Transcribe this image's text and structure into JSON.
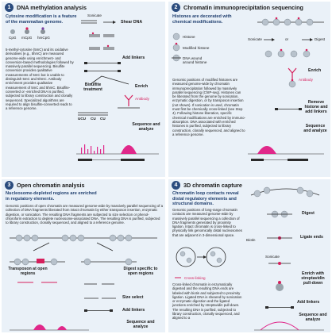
{
  "panel1": {
    "number": "1",
    "title": "DNA methylation analysis",
    "lead": "Cytosine modification is a feature of the mammalian genome.",
    "legend": [
      "CpG",
      "mCpG",
      "hmCpG"
    ],
    "sonicate": "Sonicate",
    "shear_dna": "Shear DNA",
    "add_linkers": "Add linkers",
    "bisulfite": "Bisulfite treatment",
    "enrich": "Enrich",
    "antibody": "Antibody",
    "sequence": "Sequence and analyze",
    "body": "5-methyl-cytosine (5mC) and its oxidative derivatives (e.g., 5hmC) are measured genome-wide using enrichment- and conversion-based methodologies followed by massively parallel sequencing. Bisulfite conversion provides qualitative measurements of 5mC but is unable to distinguish 5mC and 5hmC. Antibody enrichment provides qualitative measurement of 5mC and 5hmC. Bisulfite-converted or -enriched DNA is purified, subjected to library construction and clonally sequenced. Specialized algorithms are required to align bisulfite-converted reads to a reference genome.",
    "bases": [
      "UCU",
      "CU",
      "CU"
    ]
  },
  "panel2": {
    "number": "2",
    "title": "Chromatin immunoprecipitation sequencing",
    "lead": "Histones are decorated with chemical modifications.",
    "legend": [
      "Histone",
      "Modified histone",
      "DNA wound around histone"
    ],
    "sonicate": "Sonicate",
    "digest": "Digest",
    "or": "or",
    "antibody": "Antibody",
    "enrich": "Enrich",
    "remove": "Remove histone and add linkers",
    "sequence": "Sequence and analyze",
    "body": "Genomic positions of modified histones are measured genome-wide by chromatin immunoprecipitation followed by massively parallel sequencing (ChIP-seq). Histones can be liberated from the genome by sonication, enzymatic digestion, or by transposon insertion (not shown). If sonication is used, chromatin must first be chemically cross-linked (see Step 4). Following histone liberation, specific chemical modifications are enriched by immuno-absorption. DNA associated with enriched histones is purified, subjected to library construction, clonally sequenced, and aligned to a reference genome."
  },
  "panel3": {
    "number": "3",
    "title": "Open chromatin analysis",
    "lead": "Nucleosome-depleted regions are enriched in regulatory elements.",
    "body": "Genomic positions of open chromatin are measured genome-wide by massively parallel sequencing of a collection of DNA fragments liberated from intact chromatin by either transposon insertion, enzymatic digestion, or sonication. The resulting DNA fragments are subjected to size selection or phenol-chloroform extraction to deplete nucleosome-associated DNA. The resulting DNA is purified, subjected to library construction, clonally sequenced, and aligned to a reference genome.",
    "transposon": "Transposon at open regions",
    "digest": "Digest specific to open regions",
    "size_select": "Size select",
    "add_linkers": "Add linkers",
    "sequence": "Sequence and analyze"
  },
  "panel4": {
    "number": "4",
    "title": "3D chromatin capture",
    "lead": "Chromatin loop contacts reveal distal regulatory elements and structural domains.",
    "body1": "Genomic positions of long-range chromatin contacts are measured genome-wide by massively parallel sequencing a collection of DNA fragments generated by proximity ligation. Intact chromatin is cross-linked to physically link genomically distal nucleosomes that are adjacent in 3-dimensional space.",
    "crosslink": "Cross-linking",
    "body2": "Cross-linked chromatin is enzymatically digested and the resulting DNA ends are labeled with biotin and subjected to proximity ligation. Ligated DNA is sheared by sonication or enzymatic digestion and the ligated junctions enriched by streptavidin pull-down. The resulting DNA is purified, subjected to library construction, clonally sequenced, and aligned to a",
    "digest": "Digest",
    "biotin": "Biotin",
    "ligate": "Ligate ends",
    "sonicate": "Sonicate",
    "enrich": "Enrich with streptavidin pull-down",
    "add_linkers": "Add linkers",
    "sequence": "Sequence and analyze"
  },
  "colors": {
    "panel_bg": "#eaf1f8",
    "badge": "#2b4c7e",
    "accent": "#d61f5c",
    "histone": "#b8c2cc",
    "dna": "#2a2a2a",
    "peak": "#e0288a"
  }
}
